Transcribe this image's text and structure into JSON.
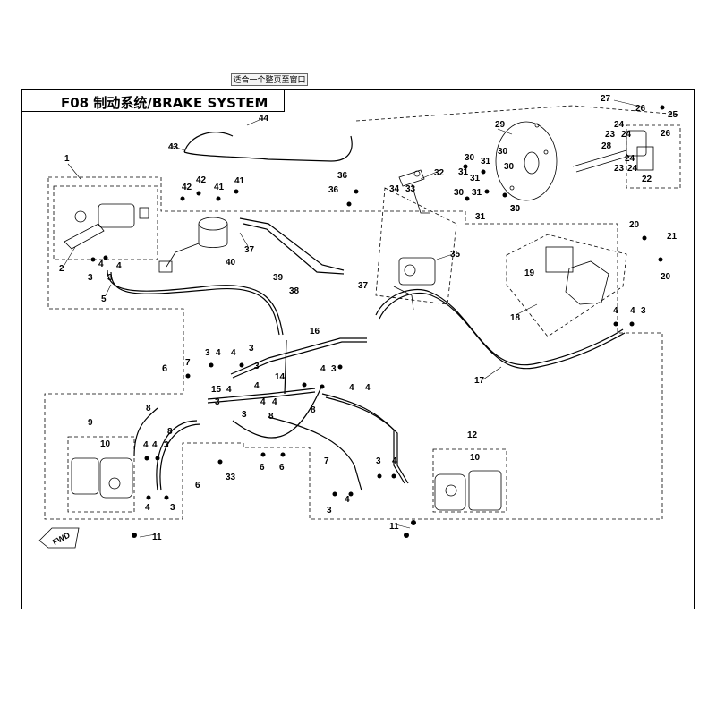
{
  "toolbar": {
    "fit_page_label": "适合一个整页至窗口"
  },
  "title": "F08 制动系统/BRAKE SYSTEM",
  "fwd_label": "FWD",
  "callouts": [
    {
      "id": "c1",
      "text": "1"
    },
    {
      "id": "c2",
      "text": "2"
    },
    {
      "id": "c3a",
      "text": "3"
    },
    {
      "id": "c4a",
      "text": "4"
    },
    {
      "id": "c3b",
      "text": "3"
    },
    {
      "id": "c4b",
      "text": "4"
    },
    {
      "id": "c5",
      "text": "5"
    },
    {
      "id": "c6a",
      "text": "6"
    },
    {
      "id": "c7a",
      "text": "7"
    },
    {
      "id": "c3c",
      "text": "3"
    },
    {
      "id": "c4c",
      "text": "4"
    },
    {
      "id": "c3d",
      "text": "3"
    },
    {
      "id": "c4d",
      "text": "4"
    },
    {
      "id": "c3e",
      "text": "3"
    },
    {
      "id": "c14",
      "text": "14"
    },
    {
      "id": "c15",
      "text": "15"
    },
    {
      "id": "c4e",
      "text": "4"
    },
    {
      "id": "c4f",
      "text": "4"
    },
    {
      "id": "c3f",
      "text": "3"
    },
    {
      "id": "c4g",
      "text": "4"
    },
    {
      "id": "c4h",
      "text": "4"
    },
    {
      "id": "c3g",
      "text": "3"
    },
    {
      "id": "c8a",
      "text": "8"
    },
    {
      "id": "c8b",
      "text": "8"
    },
    {
      "id": "c8c",
      "text": "8"
    },
    {
      "id": "c8d",
      "text": "8"
    },
    {
      "id": "c9",
      "text": "9"
    },
    {
      "id": "c10a",
      "text": "10"
    },
    {
      "id": "c4i",
      "text": "4"
    },
    {
      "id": "c3h",
      "text": "3"
    },
    {
      "id": "c4j",
      "text": "4"
    },
    {
      "id": "c4k",
      "text": "4"
    },
    {
      "id": "c3i",
      "text": "3"
    },
    {
      "id": "c11a",
      "text": "11"
    },
    {
      "id": "c6b",
      "text": "6"
    },
    {
      "id": "c33",
      "text": "33"
    },
    {
      "id": "c6c",
      "text": "6"
    },
    {
      "id": "c6d",
      "text": "6"
    },
    {
      "id": "c7b",
      "text": "7"
    },
    {
      "id": "c16",
      "text": "16"
    },
    {
      "id": "c4l",
      "text": "4"
    },
    {
      "id": "c3j",
      "text": "3"
    },
    {
      "id": "c4m",
      "text": "4"
    },
    {
      "id": "c4n",
      "text": "4"
    },
    {
      "id": "c17",
      "text": "17"
    },
    {
      "id": "c18",
      "text": "18"
    },
    {
      "id": "c19",
      "text": "19"
    },
    {
      "id": "c20a",
      "text": "20"
    },
    {
      "id": "c21",
      "text": "21"
    },
    {
      "id": "c20b",
      "text": "20"
    },
    {
      "id": "c4o",
      "text": "4"
    },
    {
      "id": "c4p",
      "text": "4"
    },
    {
      "id": "c3k",
      "text": "3"
    },
    {
      "id": "c12",
      "text": "12"
    },
    {
      "id": "c10b",
      "text": "10"
    },
    {
      "id": "c3l",
      "text": "3"
    },
    {
      "id": "c4q",
      "text": "4"
    },
    {
      "id": "c3m",
      "text": "3"
    },
    {
      "id": "c4r",
      "text": "4"
    },
    {
      "id": "c11b",
      "text": "11"
    },
    {
      "id": "c42a",
      "text": "42"
    },
    {
      "id": "c42b",
      "text": "42"
    },
    {
      "id": "c41a",
      "text": "41"
    },
    {
      "id": "c41b",
      "text": "41"
    },
    {
      "id": "c40",
      "text": "40"
    },
    {
      "id": "c37a",
      "text": "37"
    },
    {
      "id": "c39",
      "text": "39"
    },
    {
      "id": "c38",
      "text": "38"
    },
    {
      "id": "c37b",
      "text": "37"
    },
    {
      "id": "c43",
      "text": "43"
    },
    {
      "id": "c44",
      "text": "44"
    },
    {
      "id": "c36a",
      "text": "36"
    },
    {
      "id": "c36b",
      "text": "36"
    },
    {
      "id": "c34",
      "text": "34"
    },
    {
      "id": "c33b",
      "text": "33"
    },
    {
      "id": "c32",
      "text": "32"
    },
    {
      "id": "c35",
      "text": "35"
    },
    {
      "id": "c29",
      "text": "29"
    },
    {
      "id": "c30a",
      "text": "30"
    },
    {
      "id": "c31a",
      "text": "31"
    },
    {
      "id": "c31b",
      "text": "31"
    },
    {
      "id": "c30b",
      "text": "30"
    },
    {
      "id": "c30c",
      "text": "30"
    },
    {
      "id": "c31c",
      "text": "31"
    },
    {
      "id": "c30d",
      "text": "30"
    },
    {
      "id": "c31d",
      "text": "31"
    },
    {
      "id": "c30e",
      "text": "30"
    },
    {
      "id": "c31e",
      "text": "31"
    },
    {
      "id": "c30f",
      "text": "30"
    },
    {
      "id": "c27",
      "text": "27"
    },
    {
      "id": "c26a",
      "text": "26"
    },
    {
      "id": "c25",
      "text": "25"
    },
    {
      "id": "c24a",
      "text": "24"
    },
    {
      "id": "c23a",
      "text": "23"
    },
    {
      "id": "c24b",
      "text": "24"
    },
    {
      "id": "c28",
      "text": "28"
    },
    {
      "id": "c26b",
      "text": "26"
    },
    {
      "id": "c24c",
      "text": "24"
    },
    {
      "id": "c23b",
      "text": "23"
    },
    {
      "id": "c24d",
      "text": "24"
    },
    {
      "id": "c22",
      "text": "22"
    }
  ]
}
